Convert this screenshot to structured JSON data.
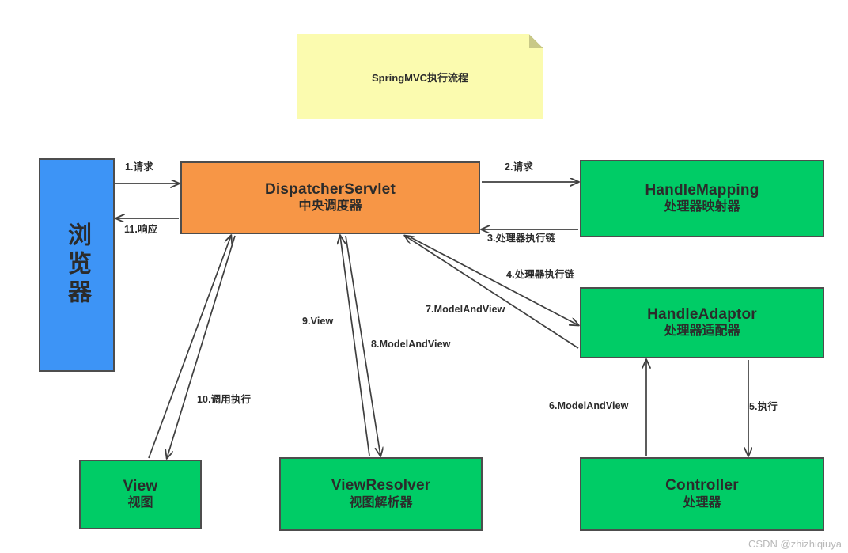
{
  "diagram": {
    "title_note": "SpringMVC执行流程",
    "watermark": "CSDN @zhizhiqiuya",
    "colors": {
      "note_fill": "#fbfbaf",
      "note_fold": "#c8c887",
      "green_fill": "#00cc66",
      "orange_fill": "#f79646",
      "blue_fill": "#3d94f6",
      "stroke": "#4d4d4d",
      "text": "#2b2b2b",
      "arrow": "#3f3f3f",
      "watermark": "#b9b9b9"
    },
    "nodes": [
      {
        "id": "browser",
        "en": "",
        "cn": "浏览器",
        "fill": "blue"
      },
      {
        "id": "dispatcher",
        "en": "DispatcherServlet",
        "cn": "中央调度器",
        "fill": "orange"
      },
      {
        "id": "handlemapping",
        "en": "HandleMapping",
        "cn": "处理器映射器",
        "fill": "green"
      },
      {
        "id": "handleadaptor",
        "en": "HandleAdaptor",
        "cn": "处理器适配器",
        "fill": "green"
      },
      {
        "id": "view",
        "en": "View",
        "cn": "视图",
        "fill": "green"
      },
      {
        "id": "viewresolver",
        "en": "ViewResolver",
        "cn": "视图解析器",
        "fill": "green"
      },
      {
        "id": "controller",
        "en": "Controller",
        "cn": "处理器",
        "fill": "green"
      }
    ],
    "edges": [
      {
        "step": 1,
        "label": "1.请求",
        "from": "browser",
        "to": "dispatcher"
      },
      {
        "step": 2,
        "label": "2.请求",
        "from": "dispatcher",
        "to": "handlemapping"
      },
      {
        "step": 3,
        "label": "3.处理器执行链",
        "from": "handlemapping",
        "to": "dispatcher"
      },
      {
        "step": 4,
        "label": "4.处理器执行链",
        "from": "dispatcher",
        "to": "handleadaptor"
      },
      {
        "step": 5,
        "label": "5.执行",
        "from": "handleadaptor",
        "to": "controller"
      },
      {
        "step": 6,
        "label": "6.ModelAndView",
        "from": "controller",
        "to": "handleadaptor"
      },
      {
        "step": 7,
        "label": "7.ModelAndView",
        "from": "handleadaptor",
        "to": "dispatcher"
      },
      {
        "step": 8,
        "label": "8.ModelAndView",
        "from": "dispatcher",
        "to": "viewresolver"
      },
      {
        "step": 9,
        "label": "9.View",
        "from": "viewresolver",
        "to": "dispatcher"
      },
      {
        "step": 10,
        "label": "10.调用执行",
        "from": "dispatcher",
        "to": "view"
      },
      {
        "step": 11,
        "label": "11.响应",
        "from": "dispatcher",
        "to": "browser"
      }
    ]
  }
}
